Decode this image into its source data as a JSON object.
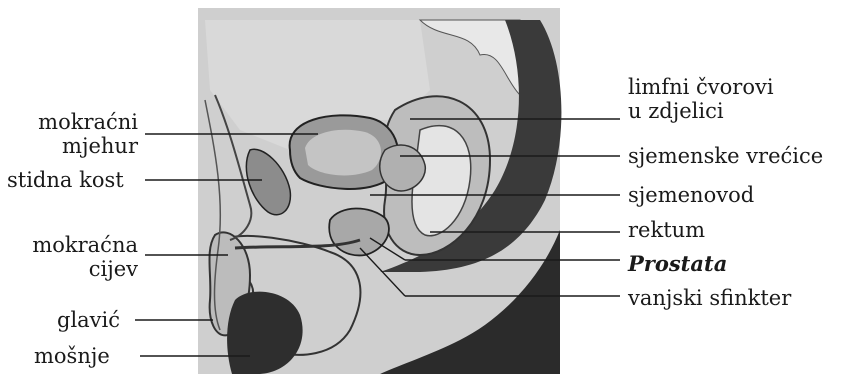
{
  "left_labels": {
    "bladder": [
      "mokraćni",
      "mjehur"
    ],
    "pubic_bone": "stidna kost",
    "urethra": [
      "mokraćna",
      "cijev"
    ],
    "glans": "glavić",
    "scrotum": "mošnje"
  },
  "right_labels": {
    "lymph_nodes": [
      "limfni čvorovi",
      "u zdjelici"
    ],
    "seminal_vesicles": "sjemenske vrećice",
    "vas_deferens": "sjemenovod",
    "rectum": "rektum",
    "prostate": "Prostata",
    "external_sphincter": "vanjski sfinkter"
  },
  "colors": {
    "background_panel": "#c9c9c9",
    "ink": "#1a1a1a",
    "dark_fill": "#2b2b2b"
  }
}
